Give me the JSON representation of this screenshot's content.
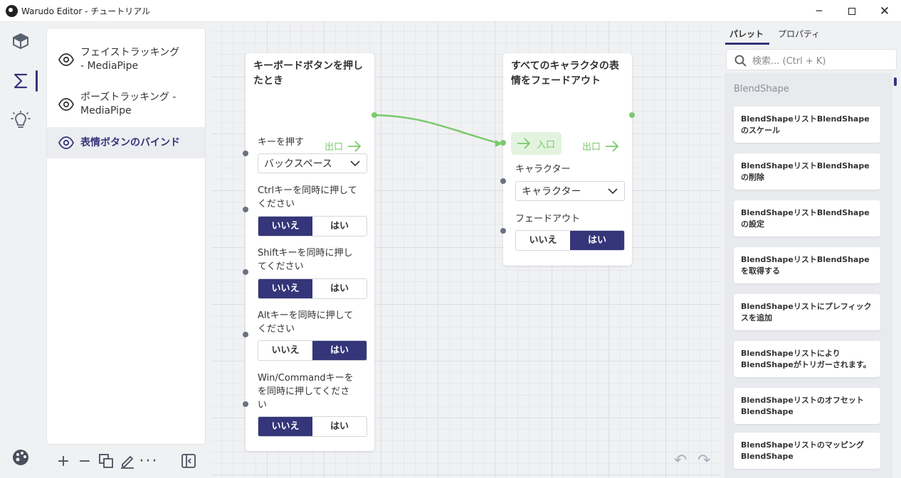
{
  "window": {
    "title": "Warudo Editor - チュートリアル"
  },
  "scenes": [
    {
      "line1": "フェイストラッキング",
      "line2": "- MediaPipe",
      "active": false
    },
    {
      "line1": "ポーズトラッキング -",
      "line2": "MediaPipe",
      "active": false
    },
    {
      "line1": "表情ボタンのバインド",
      "line2": "",
      "active": true
    }
  ],
  "node1": {
    "title": "キーボードボタンを押したとき",
    "exit_label": "出口",
    "key_label": "キーを押す",
    "key_value": "バックスペース",
    "ctrl_label": "Ctrlキーを同時に押してください",
    "shift_label": "Shiftキーを同時に押してください",
    "alt_label": "Altキーを同時に押してください",
    "win_label": "Win/Commandキーをを同時に押してください",
    "no": "いいえ",
    "yes": "はい"
  },
  "node2": {
    "title": "すべてのキャラクタの表情をフェードアウト",
    "exit_label": "出口",
    "enter_label": "入口",
    "character_label": "キャラクター",
    "character_value": "キャラクター",
    "fade_label": "フェードアウト",
    "no": "いいえ",
    "yes": "はい"
  },
  "toggles": {
    "ctrl": "no",
    "shift": "no",
    "alt": "yes",
    "win": "no",
    "fade": "yes"
  },
  "right_panel": {
    "tabs": [
      "パレット",
      "プロパティ"
    ],
    "search_placeholder": "検索... (Ctrl + K)",
    "section": "BlendShape",
    "items": [
      "BlendShapeリストBlendShapeのスケール",
      "BlendShapeリストBlendShapeの削除",
      "BlendShapeリストBlendShapeの設定",
      "BlendShapeリストBlendShapeを取得する",
      "BlendShapeリストにプレフィックスを追加",
      "BlendShapeリストによりBlendShapeがトリガーされます。",
      "BlendShapeリストのオフセットBlendShape",
      "BlendShapeリストのマッピングBlendShape"
    ]
  },
  "colors": {
    "accent": "#35357a",
    "flow": "#7cc96e",
    "port": "#6b7280"
  }
}
